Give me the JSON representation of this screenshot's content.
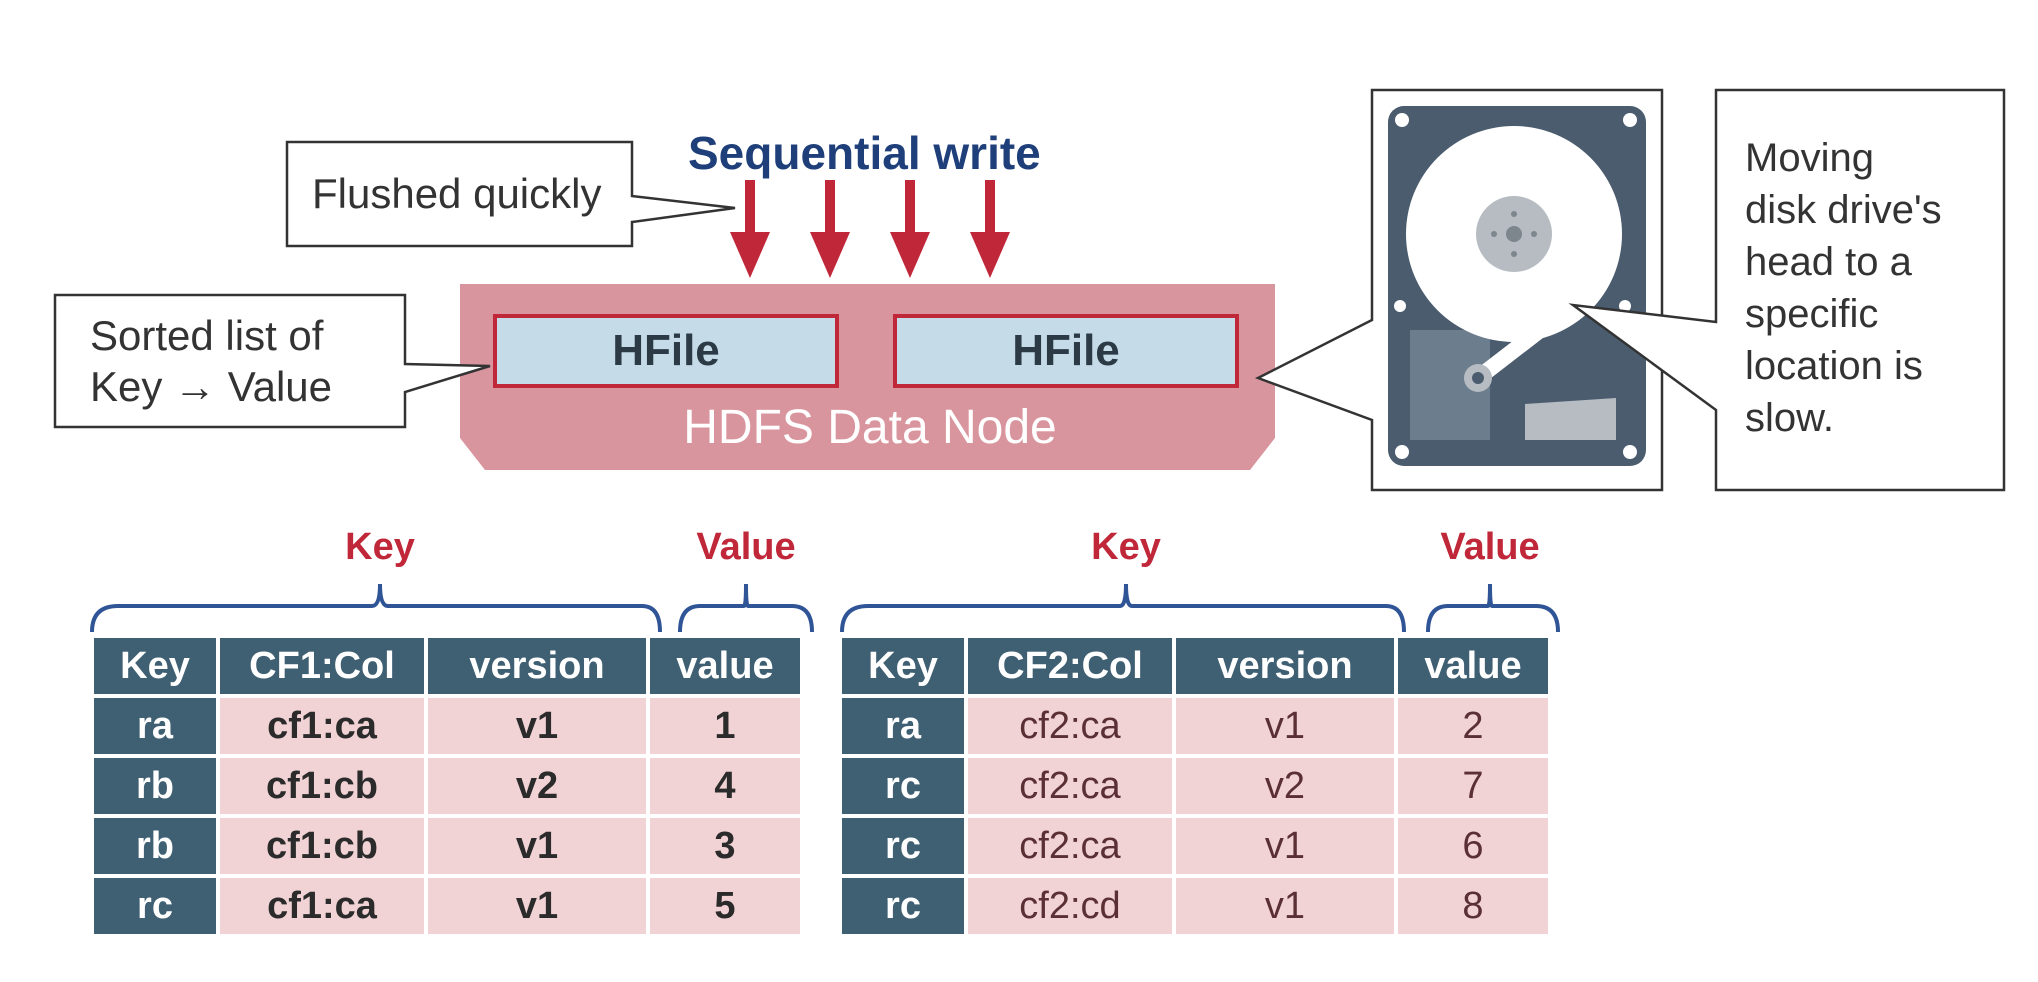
{
  "top": {
    "sequential_write": "Sequential write",
    "flushed_callout": "Flushed quickly",
    "sorted_callout_line1": "Sorted list of",
    "sorted_callout_line2": "Key → Value",
    "hfile_left": "HFile",
    "hfile_right": "HFile",
    "node_label": "HDFS Data Node",
    "disk_note_lines": [
      "Moving",
      "disk drive's",
      "head to a",
      "specific",
      "location is",
      "slow."
    ]
  },
  "braces": {
    "left_key": "Key",
    "left_value": "Value",
    "right_key": "Key",
    "right_value": "Value"
  },
  "tables": {
    "left": {
      "headers": [
        "Key",
        "CF1:Col",
        "version",
        "value"
      ],
      "rows": [
        [
          "ra",
          "cf1:ca",
          "v1",
          "1"
        ],
        [
          "rb",
          "cf1:cb",
          "v2",
          "4"
        ],
        [
          "rb",
          "cf1:cb",
          "v1",
          "3"
        ],
        [
          "rc",
          "cf1:ca",
          "v1",
          "5"
        ]
      ]
    },
    "right": {
      "headers": [
        "Key",
        "CF2:Col",
        "version",
        "value"
      ],
      "rows": [
        [
          "ra",
          "cf2:ca",
          "v1",
          "2"
        ],
        [
          "rc",
          "cf2:ca",
          "v2",
          "7"
        ],
        [
          "rc",
          "cf2:ca",
          "v1",
          "6"
        ],
        [
          "rc",
          "cf2:cd",
          "v1",
          "8"
        ]
      ]
    }
  },
  "colors": {
    "node_fill": "#d9959d",
    "hfile_fill": "#c5dbe8",
    "hfile_border": "#c0283a",
    "arrow": "#c0283a",
    "title_blue": "#1f3f7a",
    "brace_blue": "#2f5597",
    "header_fill": "#3f5f72",
    "cell_fill": "#f2d3d5",
    "disk_case": "#4a5c6e"
  },
  "icons": [
    "hard-disk-icon",
    "down-arrow-icon"
  ]
}
